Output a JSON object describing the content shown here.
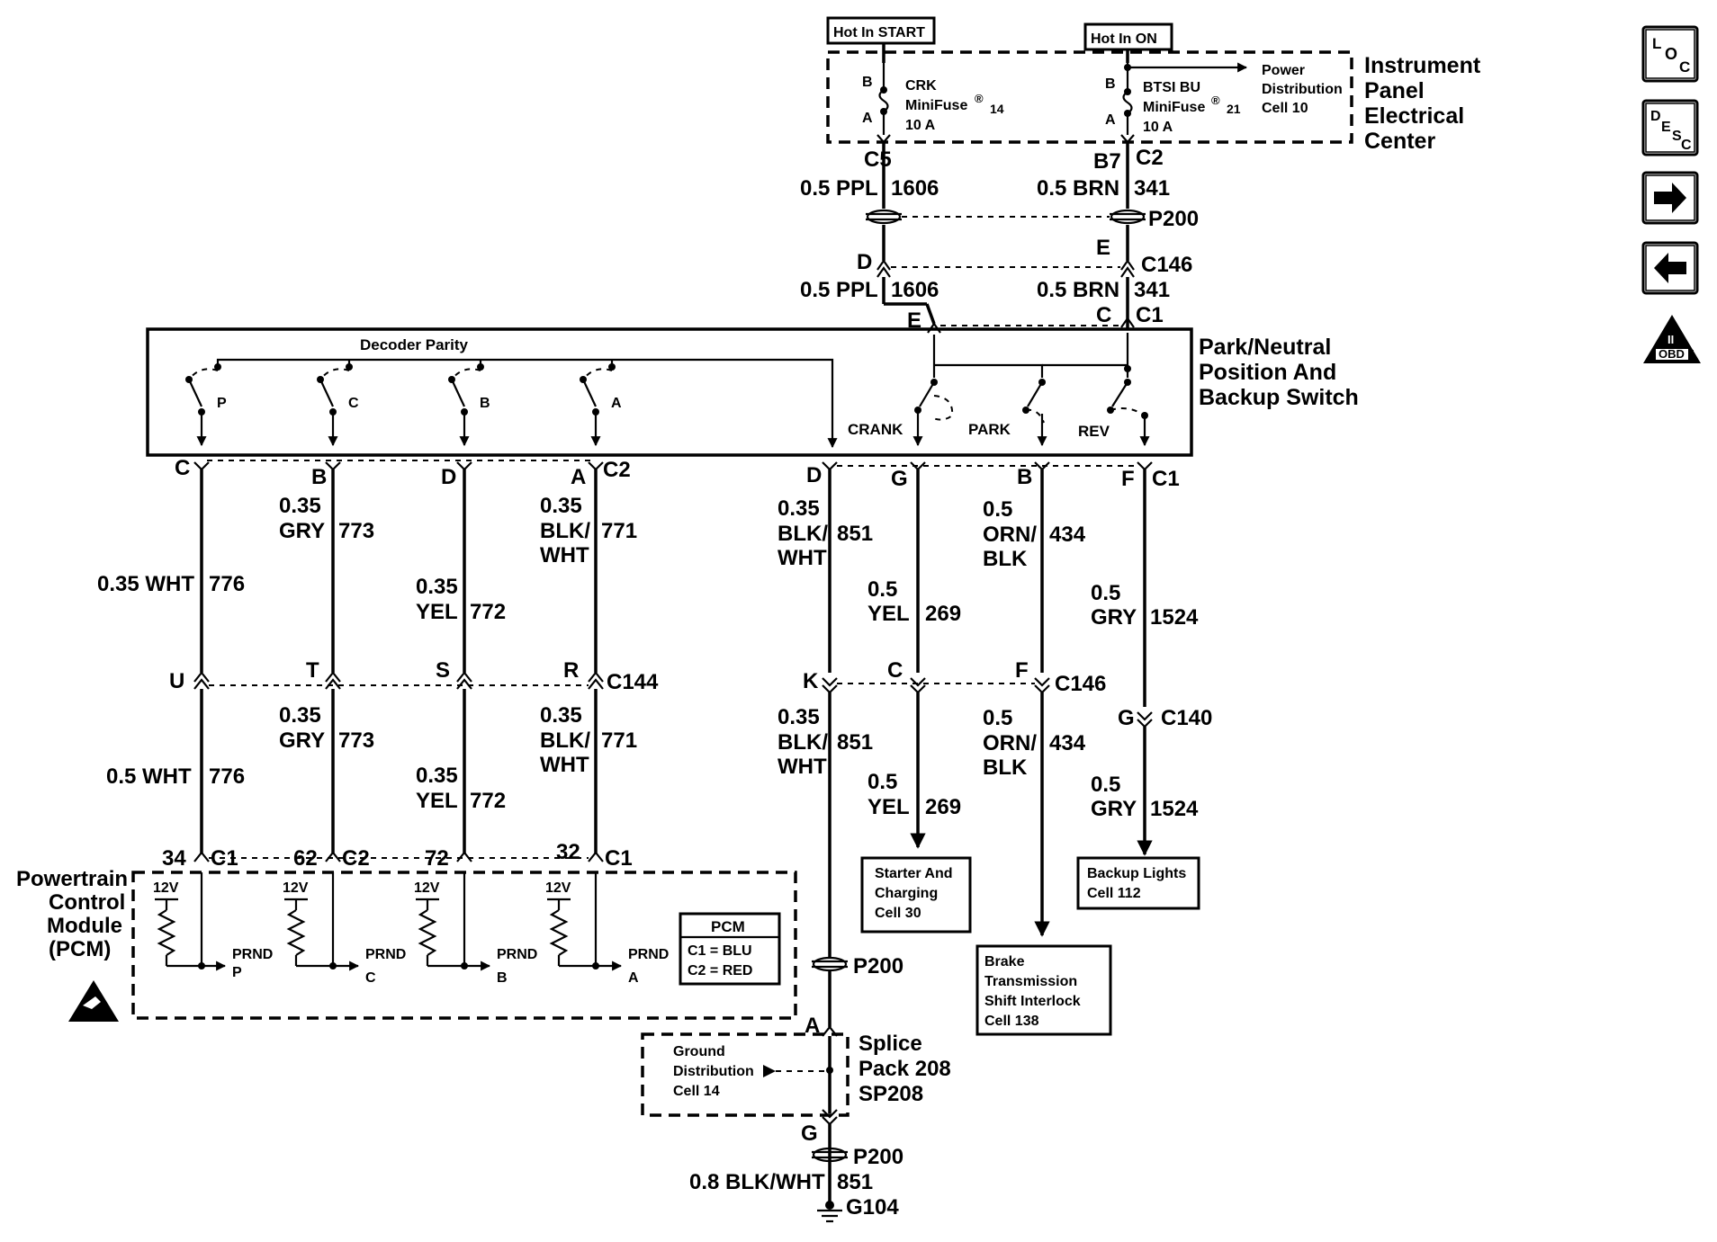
{
  "power": {
    "hot_start": "Hot In START",
    "hot_on": "Hot In ON",
    "crk": {
      "b": "B",
      "a": "A",
      "name": "CRK",
      "minifuse": "MiniFuse",
      "reg": "®",
      "num": "14",
      "rating": "10 A"
    },
    "btsi": {
      "b": "B",
      "a": "A",
      "name": "BTSI BU",
      "minifuse": "MiniFuse",
      "reg": "®",
      "num": "21",
      "rating": "10 A"
    },
    "power_dist": [
      "Power",
      "Distribution",
      "Cell 10"
    ],
    "ipec_label": [
      "Instrument",
      "Panel",
      "Electrical",
      "Center"
    ]
  },
  "upper_wires": {
    "left": {
      "pin_top": "C5",
      "wire1": "0.5 PPL",
      "circuit1": "1606",
      "pin_mid": "D",
      "wire2": "0.5 PPL",
      "circuit2": "1606",
      "pin_sw": "E"
    },
    "right": {
      "pin_top": "B7",
      "conn_top": "C2",
      "wire1": "0.5 BRN",
      "circuit1": "341",
      "pin_mid": "E",
      "conn_mid": "C146",
      "wire2": "0.5 BRN",
      "circuit2": "341",
      "pin_sw": "C",
      "conn_sw": "C1"
    },
    "splice_p200": "P200"
  },
  "switch": {
    "decoder": "Decoder Parity",
    "contacts": [
      "P",
      "C",
      "B",
      "A"
    ],
    "crank": "CRANK",
    "park": "PARK",
    "rev": "REV",
    "label": [
      "Park/Neutral",
      "Position And",
      "Backup Switch"
    ]
  },
  "lower_left": {
    "cols": [
      {
        "pin_top": "C",
        "gauge1": "0.35 WHT",
        "circ1": "776",
        "pin_mid": "U",
        "gauge2": "0.5 WHT",
        "circ2": "776",
        "pcm_pin": "34",
        "pcm_conn": "C1",
        "prnd": [
          "PRND",
          "P"
        ]
      },
      {
        "pin_top": "B",
        "gauge1": "0.35",
        "color1": "GRY",
        "circ1": "773",
        "pin_mid": "T",
        "gauge2": "0.35",
        "color2": "GRY",
        "circ2": "773",
        "pcm_pin": "62",
        "pcm_conn": "C2",
        "prnd": [
          "PRND",
          "C"
        ]
      },
      {
        "pin_top": "D",
        "gauge1": "0.35",
        "color1": "YEL",
        "circ1": "772",
        "pin_mid": "S",
        "gauge2": "0.35",
        "color2": "YEL",
        "circ2": "772",
        "pcm_pin": "72",
        "prnd": [
          "PRND",
          "B"
        ]
      },
      {
        "pin_top": "A",
        "conn_top": "C2",
        "gauge1": "0.35",
        "color1a": "BLK/",
        "color1b": "WHT",
        "circ1": "771",
        "pin_mid": "R",
        "conn_mid": "C144",
        "gauge2": "0.35",
        "color2a": "BLK/",
        "color2b": "WHT",
        "circ2": "771",
        "pcm_pin": "32",
        "pcm_conn": "C1",
        "prnd": [
          "PRND",
          "A"
        ]
      }
    ],
    "v12": "12V"
  },
  "pcm": {
    "label": [
      "Powertrain",
      "Control",
      "Module",
      "(PCM)"
    ],
    "legend_title": "PCM",
    "legend": [
      "C1 = BLU",
      "C2 = RED"
    ]
  },
  "lower_right": {
    "d_col": {
      "pin_top": "D",
      "gauge1": "0.35",
      "color1a": "BLK/",
      "color1b": "WHT",
      "circ1": "851",
      "pin_mid": "K",
      "gauge2": "0.35",
      "color2a": "BLK/",
      "color2b": "WHT",
      "circ2": "851"
    },
    "g_col": {
      "pin_top": "G",
      "gauge1": "0.5",
      "color1": "YEL",
      "circ1": "269",
      "pin_mid": "C",
      "gauge2": "0.5",
      "color2": "YEL",
      "circ2": "269",
      "dest": [
        "Starter And",
        "Charging",
        "Cell 30"
      ]
    },
    "b_col": {
      "pin_top": "B",
      "gauge1": "0.5",
      "color1a": "ORN/",
      "color1b": "BLK",
      "circ1": "434",
      "pin_mid": "F",
      "conn_mid": "C146",
      "gauge2": "0.5",
      "color2a": "ORN/",
      "color2b": "BLK",
      "circ2": "434",
      "dest": [
        "Brake",
        "Transmission",
        "Shift Interlock",
        "Cell 138"
      ]
    },
    "f_col": {
      "pin_top": "F",
      "conn_top": "C1",
      "gauge1": "0.5",
      "color1": "GRY",
      "circ1": "1524",
      "pin_mid": "G",
      "conn_mid": "C140",
      "gauge2": "0.5",
      "color2": "GRY",
      "circ2": "1524",
      "dest": [
        "Backup Lights",
        "Cell 112"
      ]
    }
  },
  "ground": {
    "p200_upper": "P200",
    "pin_a": "A",
    "splice": [
      "Splice",
      "Pack 208",
      "SP208"
    ],
    "ground_dist": [
      "Ground",
      "Distribution",
      "Cell 14"
    ],
    "pin_g": "G",
    "p200_lower": "P200",
    "wire": "0.8 BLK/WHT",
    "circuit": "851",
    "gnd": "G104"
  },
  "nav": {
    "loc": [
      "L",
      "O",
      "C"
    ],
    "desc": [
      "D",
      "E",
      "S",
      "C"
    ],
    "obd": "OBD II",
    "obd_top": "II"
  }
}
